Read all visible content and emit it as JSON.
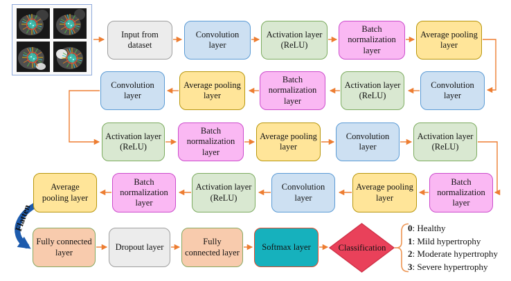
{
  "flow": {
    "row1": [
      {
        "label": "Input from dataset"
      },
      {
        "label": "Convolution layer"
      },
      {
        "label": "Activation layer (ReLU)"
      },
      {
        "label": "Batch normalization layer"
      },
      {
        "label": "Average pooling layer"
      }
    ],
    "row2": [
      {
        "label": "Convolution layer"
      },
      {
        "label": "Average pooling layer"
      },
      {
        "label": "Batch normalization layer"
      },
      {
        "label": "Activation layer (ReLU)"
      },
      {
        "label": "Convolution layer"
      }
    ],
    "row3": [
      {
        "label": "Activation layer (ReLU)"
      },
      {
        "label": "Batch normalization layer"
      },
      {
        "label": "Average pooling layer"
      },
      {
        "label": "Convolution layer"
      },
      {
        "label": "Activation layer (ReLU)"
      }
    ],
    "row4": [
      {
        "label": "Average pooling layer"
      },
      {
        "label": "Batch normalization layer"
      },
      {
        "label": "Activation layer (ReLU)"
      },
      {
        "label": "Convolution layer"
      },
      {
        "label": "Average pooling layer"
      },
      {
        "label": "Batch normalization layer"
      }
    ],
    "row5": [
      {
        "label": "Fully connected layer"
      },
      {
        "label": "Dropout layer"
      },
      {
        "label": "Fully connected layer"
      },
      {
        "label": "Softmax layer"
      }
    ],
    "flatten_label": "Flatten",
    "classification_label": "Classification",
    "outputs": [
      {
        "num": "0",
        "desc": ": Healthy"
      },
      {
        "num": "1",
        "desc": ": Mild hypertrophy"
      },
      {
        "num": "2",
        "desc": ": Moderate hypertrophy"
      },
      {
        "num": "3",
        "desc": ": Severe hypertrophy"
      }
    ]
  },
  "colors": {
    "arrow_orange": "#ed7d31",
    "flatten_blue": "#1d5bad",
    "bracket_orange": "#ed9451",
    "box_gray": "#ececec",
    "box_blue": "#cde0f2",
    "box_green": "#d9e8d1",
    "box_pink": "#fab8f3",
    "box_yellow": "#ffe599",
    "box_peach": "#f8cbad",
    "box_teal": "#16b1bd",
    "diamond_red": "#e9415a"
  },
  "icons": {
    "input_image": "cardiac-mri-2x2-grid-with-radial-segmentation-overlay"
  }
}
